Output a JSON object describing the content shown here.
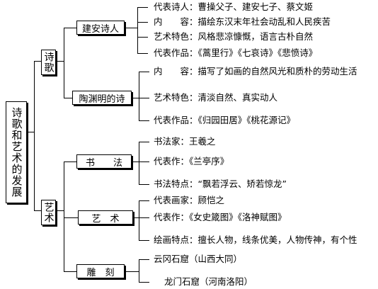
{
  "root": {
    "label": "诗歌和艺术的发展"
  },
  "branches": {
    "poetry": {
      "label": "诗歌",
      "jianan": {
        "label": "建安诗人",
        "lines": [
          "代表诗人：曹操父子、建安七子、蔡文姬",
          "内　　容：描绘东汉末年社会动乱和人民疾苦",
          "艺术特色：风格悲凉慷慨，语言古朴自然",
          "代表作品：《蒿里行》《七哀诗》《悲愤诗》"
        ]
      },
      "tao": {
        "label": "陶渊明的诗",
        "lines": [
          "内　　容：描写了如画的自然风光和质朴的劳动生活",
          "艺术特色：清淡自然、真实动人",
          "代表作品：《归园田居》《桃花源记》"
        ]
      }
    },
    "art": {
      "label": "艺术",
      "calligraphy": {
        "label": "书　　法",
        "lines": [
          "书法家：王羲之",
          "代表作：《兰亭序》",
          "书法特点：“飘若浮云、矫若惊龙”"
        ]
      },
      "painting": {
        "label": "艺　术",
        "lines": [
          "代表画家：顾恺之",
          "代表作：《女史箴图》《洛神赋图》",
          "绘画特点：擅长人物，线条优美，人物传神，有个性"
        ]
      },
      "sculpture": {
        "label": "雕　刻",
        "lines": [
          "云冈石窟（山西大同）",
          "龙门石窟（河南洛阳）"
        ]
      }
    }
  }
}
